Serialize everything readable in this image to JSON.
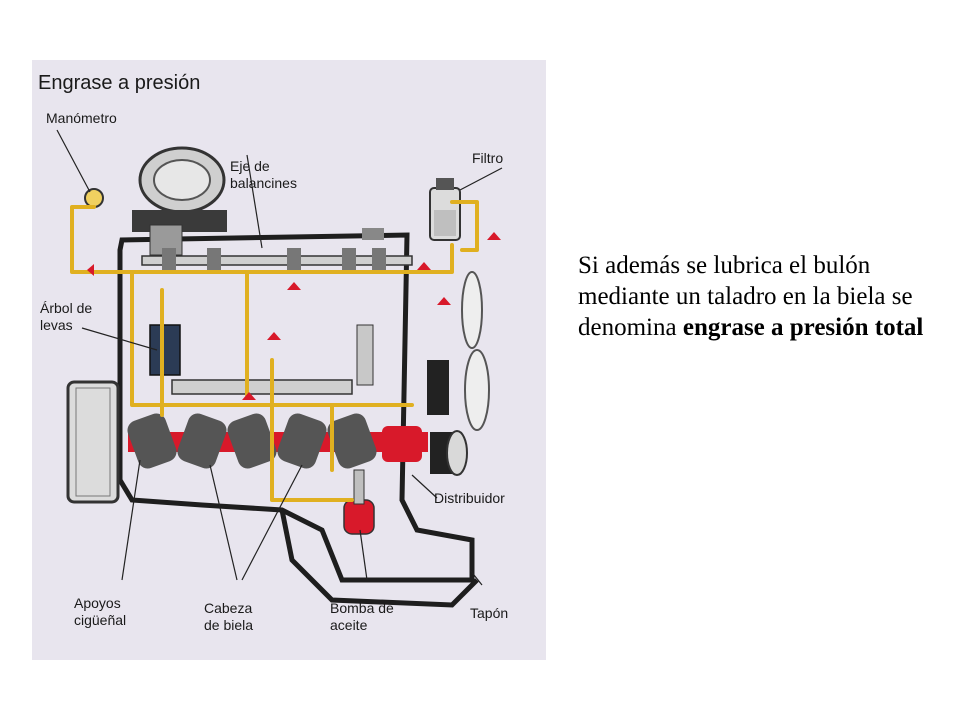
{
  "figure": {
    "title": "Engrase a presión",
    "labels": {
      "manometro": "Manómetro",
      "eje_balancines": "Eje de\nbalancines",
      "filtro": "Filtro",
      "arbol_levas": "Árbol de\nlevas",
      "distribuidor": "Distribuidor",
      "apoyos_ciguenal": "Apoyos\ncigüeñal",
      "cabeza_biela": "Cabeza\nde biela",
      "bomba_aceite": "Bomba de\naceite",
      "tapon": "Tapón"
    }
  },
  "caption": {
    "text": "Si además se lubrica el bulón mediante un taladro en la biela se denomina",
    "bold": "engrase a presión total"
  },
  "colors": {
    "oil": "#e0b020",
    "red": "#d8192a",
    "metal": "#b9b9b9",
    "dark": "#2a2a2a"
  }
}
